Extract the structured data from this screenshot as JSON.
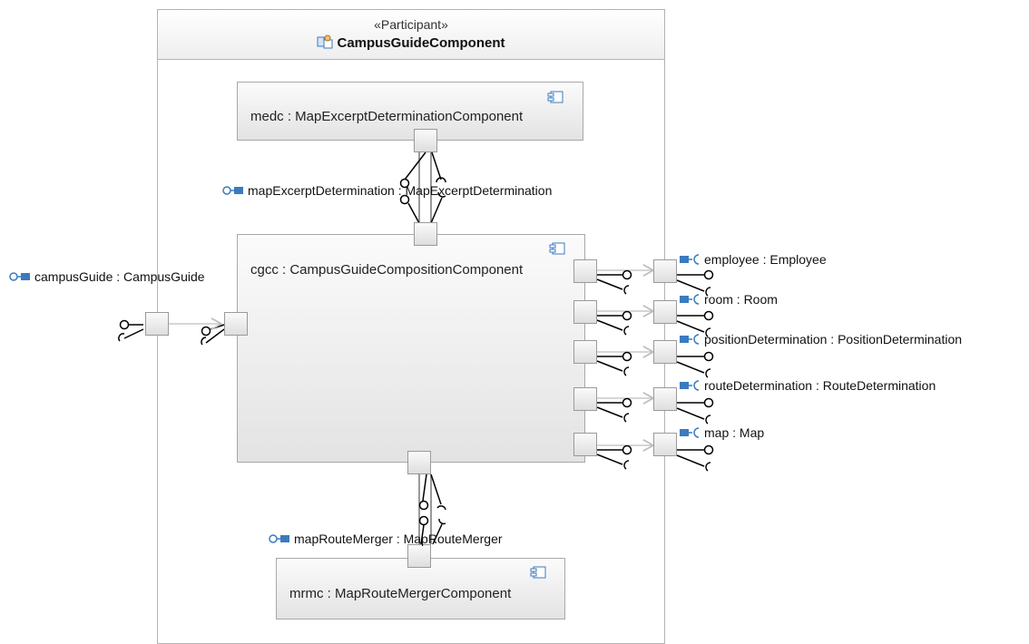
{
  "participant": {
    "stereotype": "«Participant»",
    "name": "CampusGuideComponent"
  },
  "components": {
    "medc": "medc : MapExcerptDeterminationComponent",
    "cgcc": "cgcc : CampusGuideCompositionComponent",
    "mrmc": "mrmc : MapRouteMergerComponent"
  },
  "ports": {
    "campus_guide": "campusGuide : CampusGuide",
    "map_excerpt_determination": "mapExcerptDetermination : MapExcerptDetermination",
    "map_route_merger": "mapRouteMerger : MapRouteMerger",
    "required": [
      "employee : Employee",
      "room : Room",
      "positionDetermination : PositionDetermination",
      "routeDetermination : RouteDetermination",
      "map : Map"
    ]
  },
  "colors": {
    "border": "#a8a8a8",
    "port_icon": "#3a7bbf",
    "line": "#000000",
    "connector": "#bdbdbd"
  }
}
